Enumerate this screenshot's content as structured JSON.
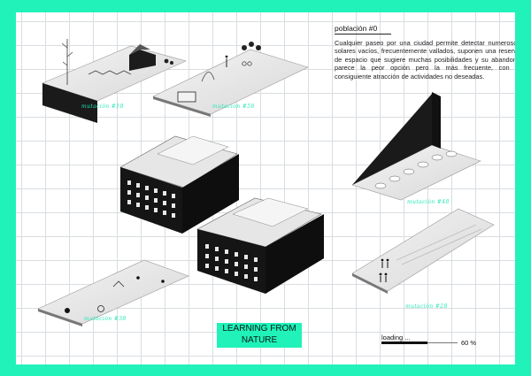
{
  "header": {
    "heading": "población #0",
    "paragraph": "Cualquier paseo por una ciudad permite detectar numerosos solares vacíos, frecuentemente vallados, suponen una reserva de espacio que sugiere muchas posibilidades y su abandono parece la peor opción pero la más frecuente, con la consiguiente atracción de actividades no deseadas."
  },
  "mutations": {
    "top_left": "mutación #18",
    "top_middle": "mutación #58",
    "right_middle": "mutación #48",
    "bottom_left": "mutación #38",
    "bottom_right": "mutación #28"
  },
  "title": {
    "line1": "LEARNING FROM",
    "line2": "NATURE"
  },
  "loading": {
    "label": "loading ...",
    "percent_text": "60 %",
    "progress": 0.6
  },
  "colors": {
    "frame": "#21f2ba",
    "annotation": "#22e8b4",
    "ink": "#111111"
  }
}
